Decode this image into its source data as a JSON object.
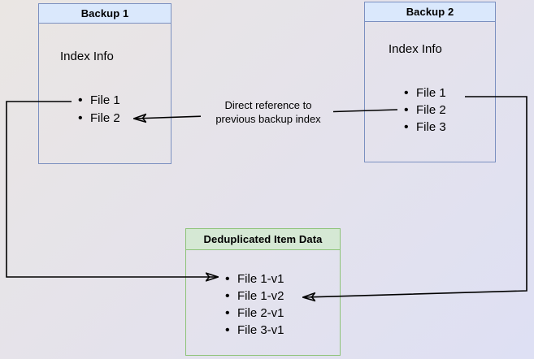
{
  "diagram": {
    "background": {
      "gradient_start": "#eae6e3",
      "gradient_end": "#dee0f4"
    },
    "nodes": {
      "backup1": {
        "title": "Backup 1",
        "heading": "Index Info",
        "items": [
          "File 1",
          "File 2"
        ],
        "header_fill": "#dae8fc",
        "border_color": "#7b90c0"
      },
      "backup2": {
        "title": "Backup 2",
        "heading": "Index Info",
        "items": [
          "File 1",
          "File 2",
          "File 3"
        ],
        "header_fill": "#dae8fc",
        "border_color": "#7b90c0"
      },
      "dedup": {
        "title": "Deduplicated Item Data",
        "items": [
          "File 1-v1",
          "File 1-v2",
          "File 2-v1",
          "File 3-v1"
        ],
        "header_fill": "#d5e8d4",
        "border_color": "#8dc378"
      }
    },
    "edges": {
      "arrow_color": "#000000",
      "direct_reference": {
        "label_line1": "Direct reference to",
        "label_line2": "previous backup index"
      }
    }
  }
}
